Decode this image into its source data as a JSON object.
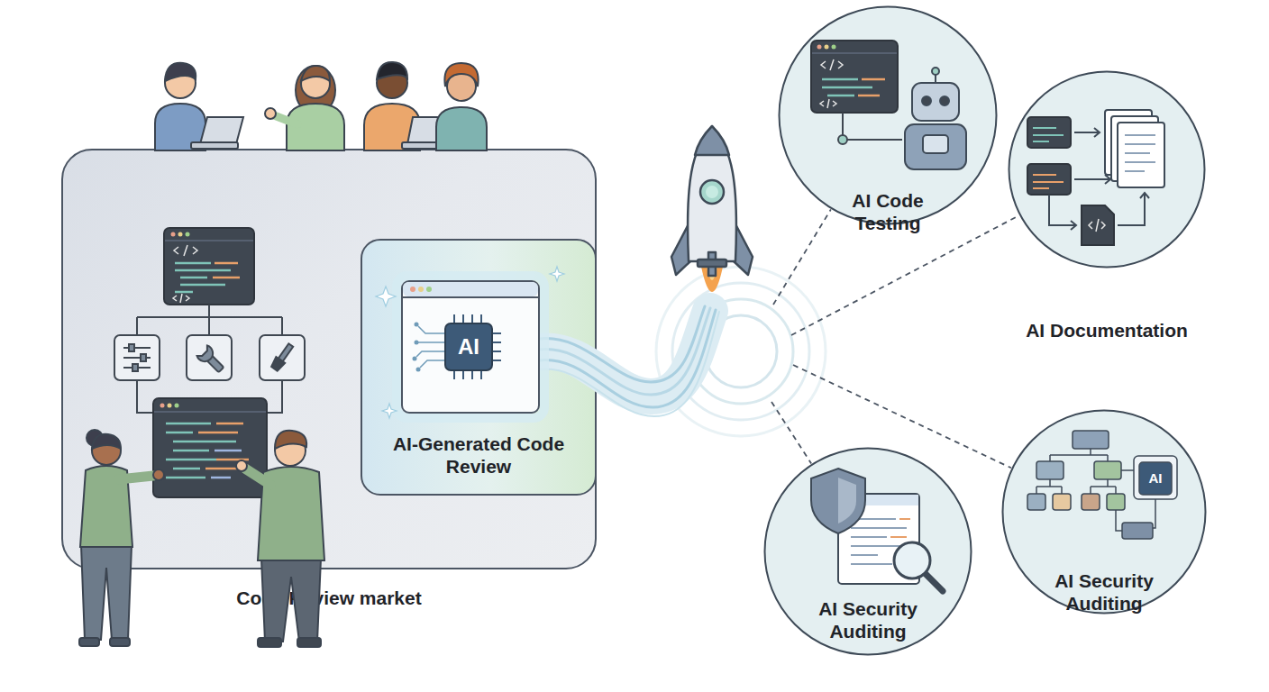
{
  "diagram": {
    "nodes": [
      {
        "text": [
          "Code Review market"
        ]
      },
      {
        "text": [
          "AI-Generated Code Review"
        ],
        "in": 0
      },
      {
        "text": [
          "AI Code Testing"
        ]
      },
      {
        "text": [
          "AI Documentation"
        ]
      },
      {
        "text": [
          "AI Security Auditing"
        ]
      },
      {
        "text": [
          "AI Security Auditing"
        ]
      }
    ],
    "labels": [
      "AI",
      "AI"
    ]
  }
}
